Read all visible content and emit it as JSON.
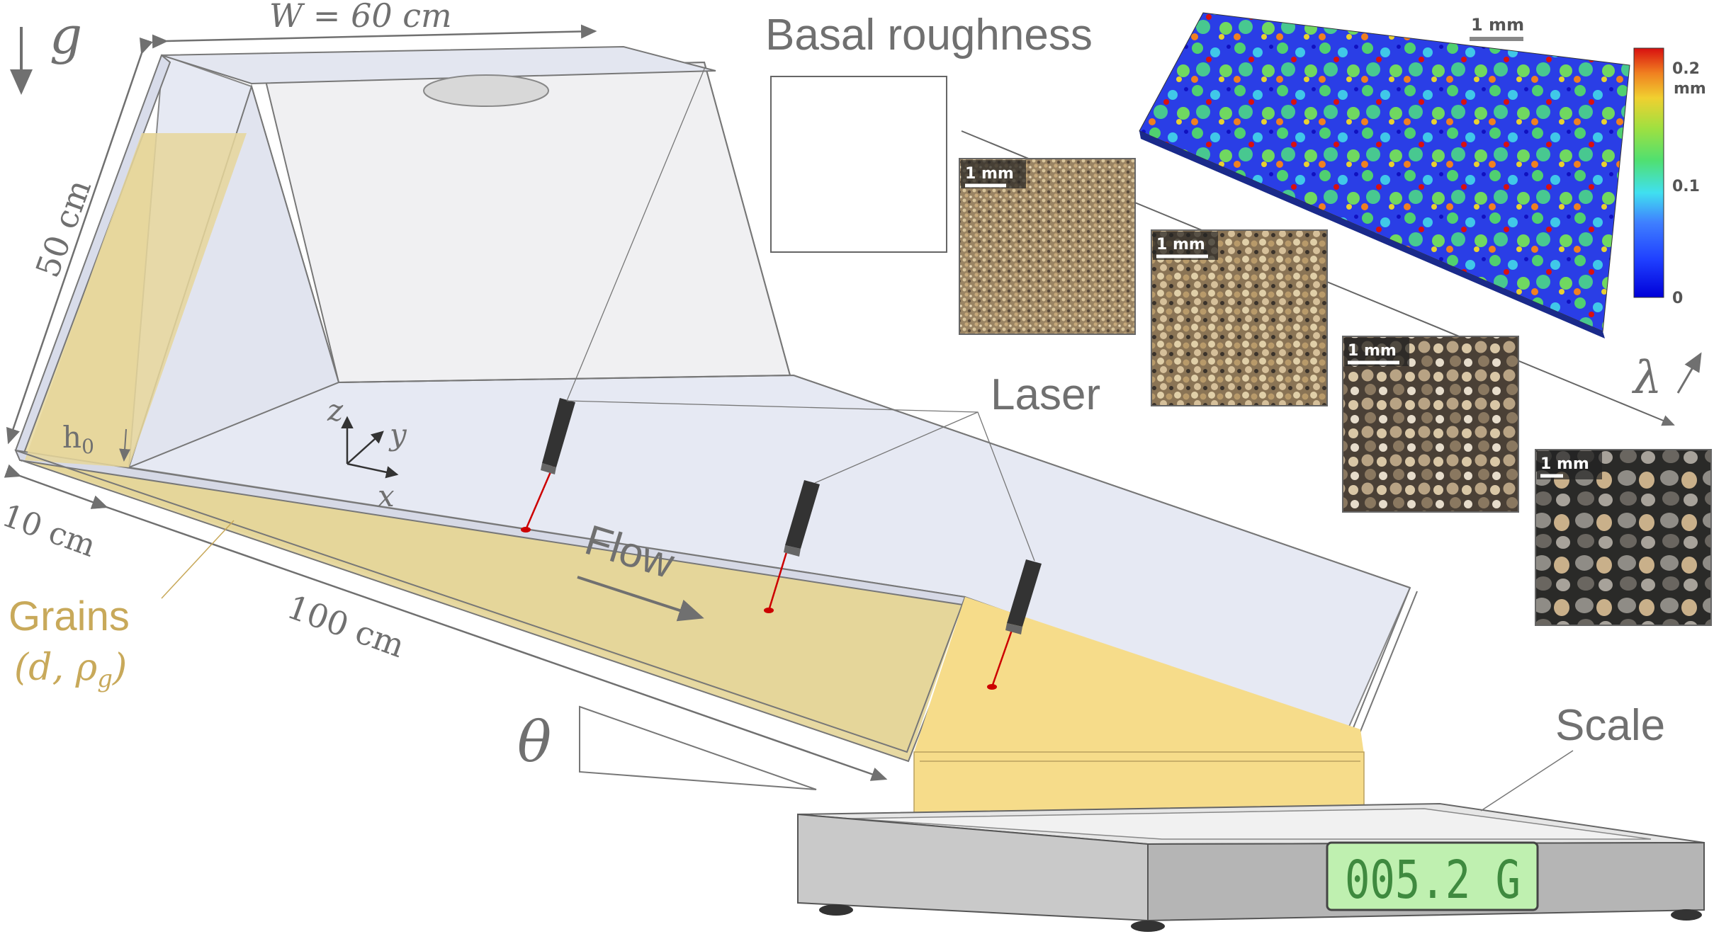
{
  "labels": {
    "gravity": "g",
    "width": "W = 60 cm",
    "height": "50 cm",
    "thickness": "10 cm",
    "length": "100 cm",
    "h0": "h",
    "h0_sub": "0",
    "axis_z": "z",
    "axis_y": "y",
    "axis_x": "x",
    "flow": "Flow",
    "grains": "Grains",
    "grains_params": "(d, ρ",
    "grains_params_sub": "g",
    "grains_params_close": ")",
    "theta": "θ",
    "basal_roughness": "Basal roughness",
    "laser": "Laser",
    "scale": "Scale",
    "lambda": "λ",
    "scale_reading": "005.2 G"
  },
  "micrographs": [
    {
      "scale_label": "1 mm",
      "tone": "fine"
    },
    {
      "scale_label": "1 mm",
      "tone": "medium"
    },
    {
      "scale_label": "1 mm",
      "tone": "coarse"
    },
    {
      "scale_label": "1 mm",
      "tone": "gravel"
    }
  ],
  "roughness_map": {
    "scale_label": "1 mm",
    "colorbar_ticks": [
      "0.2",
      "mm",
      "0.1",
      "0"
    ],
    "colormap": [
      "#0000d8",
      "#3f7fff",
      "#40e0f0",
      "#50e070",
      "#a0e040",
      "#f0d030",
      "#f08020",
      "#d81010"
    ]
  },
  "colors": {
    "grain_fill": "#e8d89c",
    "grain_text": "#c8a95a",
    "glass": "#e6e9f3",
    "label_gray": "#707070",
    "laser_red": "#cc0000"
  }
}
